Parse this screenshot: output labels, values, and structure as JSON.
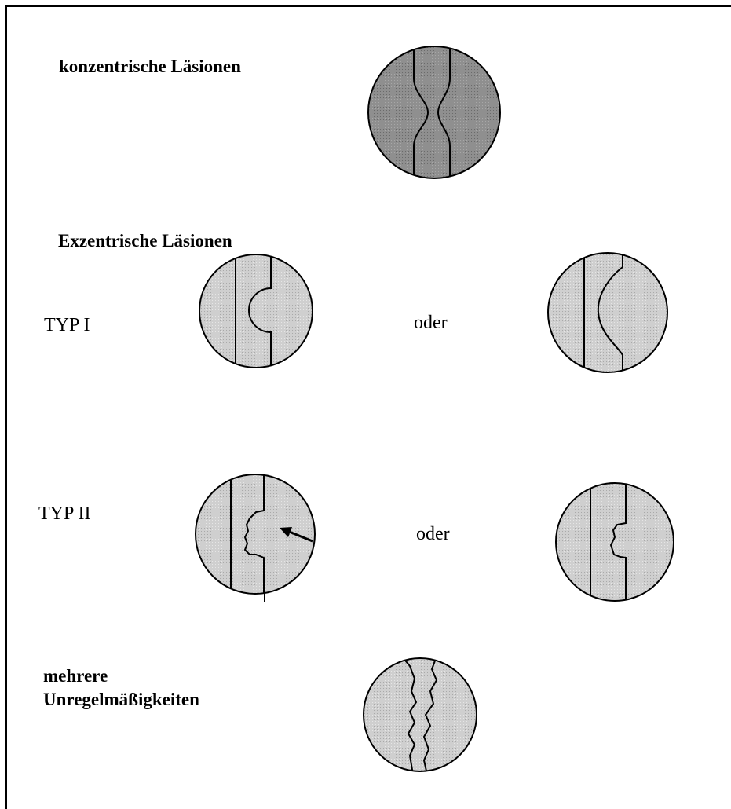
{
  "labels": {
    "konzentrisch": "konzentrische Läsionen",
    "exzentrisch": "Exzentrische Läsionen",
    "typ1": "TYP I",
    "typ2": "TYP II",
    "oder1": "oder",
    "oder2": "oder",
    "mehrere_line1": "mehrere",
    "mehrere_line2": "Unregelmäßigkeiten"
  },
  "colors": {
    "dark_fill": "#8a8a8a",
    "light_fill": "#c9c9c9",
    "stroke": "#000000"
  }
}
